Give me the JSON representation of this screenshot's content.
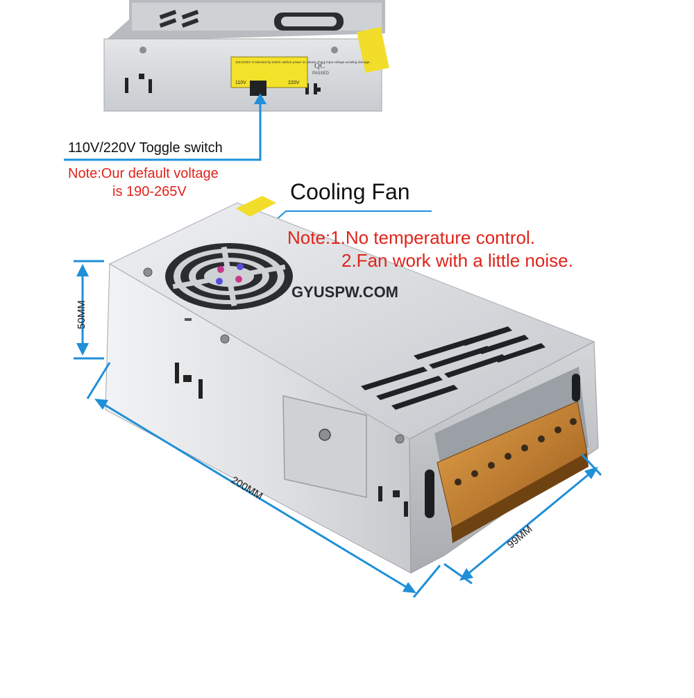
{
  "callouts": {
    "toggle_switch": "110V/220V Toggle switch",
    "voltage_note_line1": "Note:Our default voltage",
    "voltage_note_line2": "is 190-265V",
    "cooling_fan": "Cooling Fan",
    "fan_note_line1": "Note:1.No temperature control.",
    "fan_note_line2": "2.Fan work with a little noise."
  },
  "dimensions": {
    "height": "50MM",
    "length": "200MM",
    "width": "99MM"
  },
  "watermark": "GYUSPW.COM",
  "top_unit": {
    "switch_warning": "110V/220V is selected by switch. Before power on please check input voltage avoiding damage.",
    "switch_left": "110V",
    "switch_right": "220V",
    "qc_stamp": "QC",
    "qc_passed": "PASSED"
  },
  "colors": {
    "arrow": "#1f8fd8",
    "note_text": "#e0231a",
    "label_text": "#111111",
    "metal_light": "#e9eaec",
    "metal_dark": "#b4b7bb",
    "terminal": "#c47a2c",
    "warning_sticker": "#f3e22a"
  }
}
